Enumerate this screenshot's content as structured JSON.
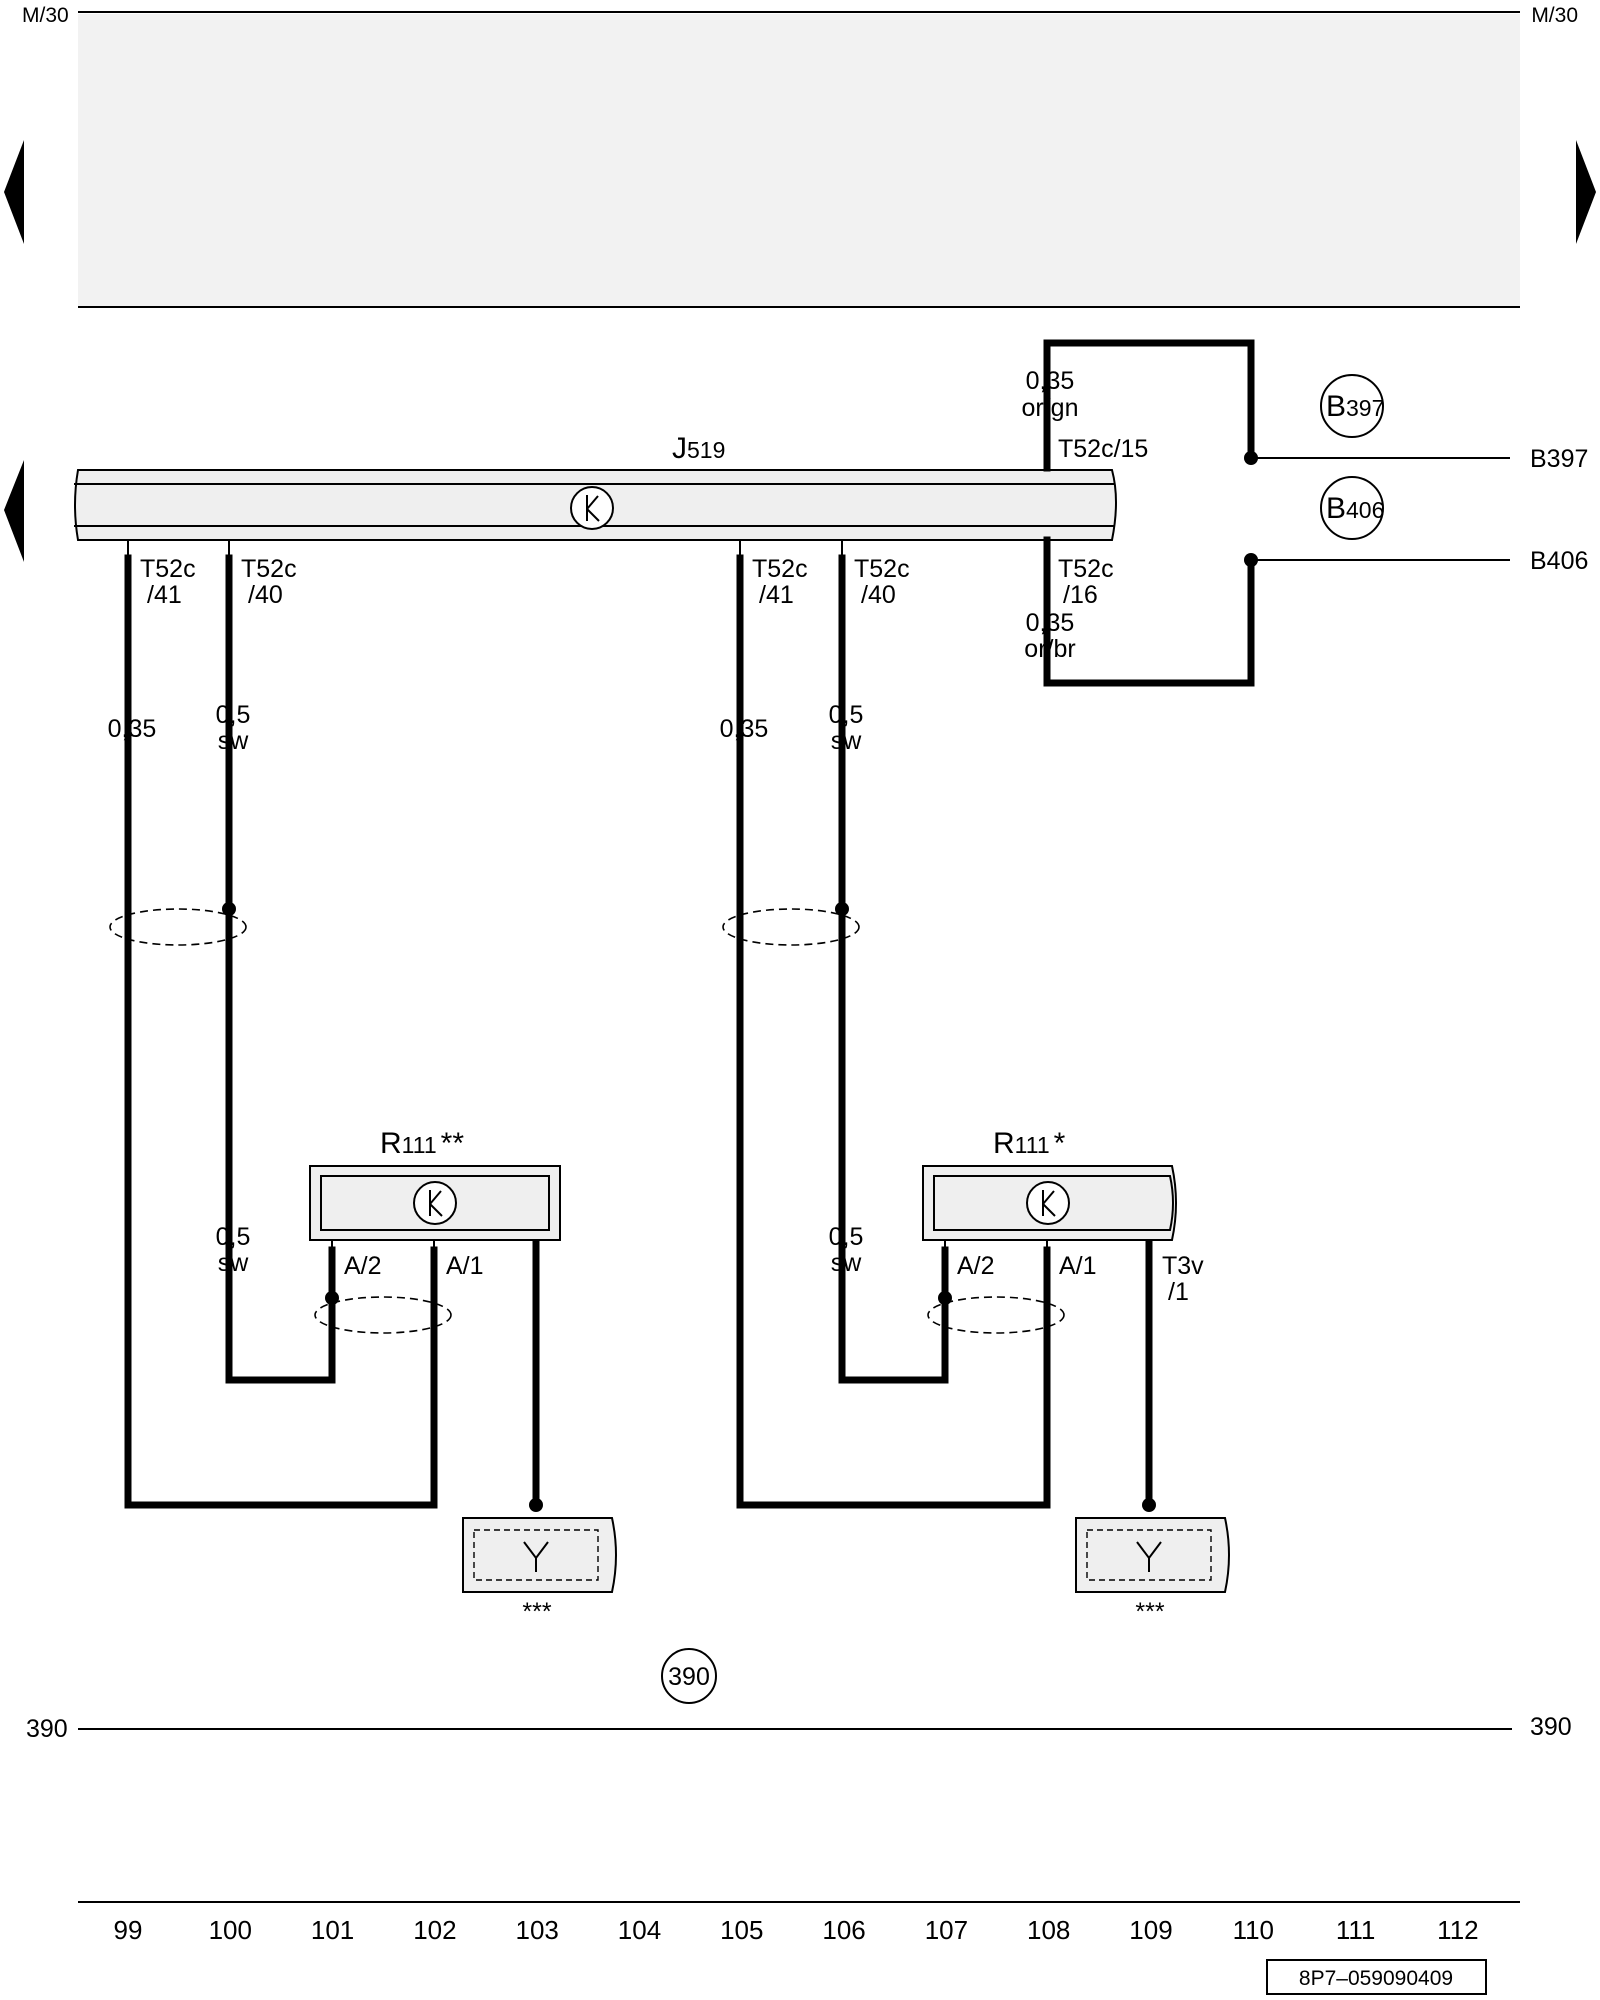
{
  "page": {
    "corner_left": "M/30",
    "corner_right": "M/30",
    "drawing_number": "8P7–059090409"
  },
  "components": {
    "j519": {
      "name": "J",
      "sub": "519"
    },
    "r111_left": {
      "name": "R",
      "sub": "111",
      "marker": "**"
    },
    "r111_right": {
      "name": "R",
      "sub": "111",
      "marker": "*"
    },
    "ground_marker_left": "***",
    "ground_marker_right": "***"
  },
  "connectors": {
    "t52c_15": "T52c/15",
    "t52c_41_a": [
      "T52c",
      "/41"
    ],
    "t52c_40_a": [
      "T52c",
      "/40"
    ],
    "t52c_41_b": [
      "T52c",
      "/41"
    ],
    "t52c_40_b": [
      "T52c",
      "/40"
    ],
    "t52c_16": [
      "T52c",
      "/16"
    ],
    "a2_left": "A/2",
    "a1_left": "A/1",
    "a2_right": "A/2",
    "a1_right": "A/1",
    "t3v_1": [
      "T3v",
      "/1"
    ]
  },
  "wires": {
    "orgn": [
      "0,35",
      "or/gn"
    ],
    "orbr": [
      "0,35",
      "or/br"
    ],
    "w41_a": "0,35",
    "w40_a": [
      "0,5",
      "sw"
    ],
    "w41_b": "0,35",
    "w40_b": [
      "0,5",
      "sw"
    ],
    "w_r_left": [
      "0,5",
      "sw"
    ],
    "w_r_right": [
      "0,5",
      "sw"
    ]
  },
  "references": {
    "b397_circle": {
      "letter": "B",
      "num": "397"
    },
    "b406_circle": {
      "letter": "B",
      "num": "406"
    },
    "b397_label": "B397",
    "b406_label": "B406",
    "ref390_circle": "390",
    "ref390_left": "390",
    "ref390_right": "390"
  },
  "column_numbers": [
    "99",
    "100",
    "101",
    "102",
    "103",
    "104",
    "105",
    "106",
    "107",
    "108",
    "109",
    "110",
    "111",
    "112"
  ]
}
